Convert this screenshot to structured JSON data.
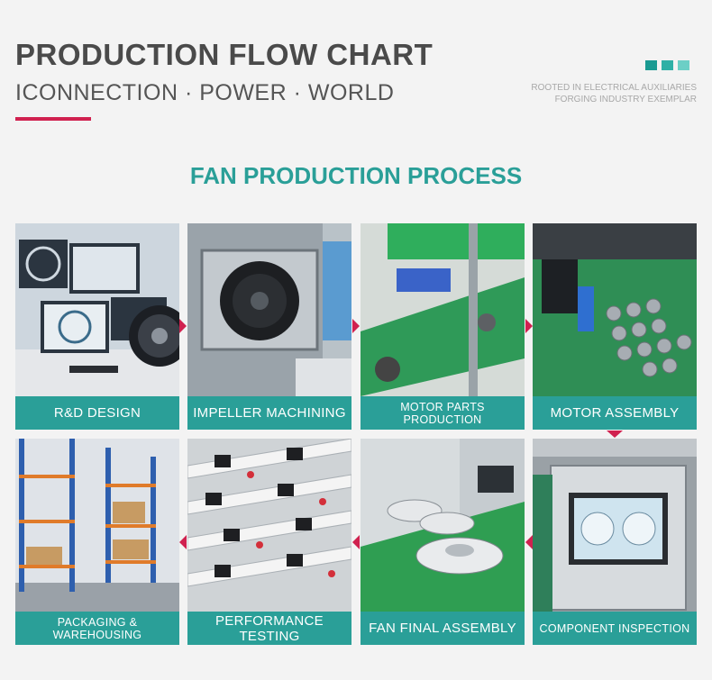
{
  "header": {
    "title": "PRODUCTION FLOW CHART",
    "subtitle": "ICONNECTION · POWER · WORLD",
    "slogan_line1": "ROOTED IN ELECTRICAL AUXILIARIES",
    "slogan_line2": "FORGING INDUSTRY EXEMPLAR"
  },
  "section": {
    "title": "FAN PRODUCTION PROCESS"
  },
  "steps": [
    {
      "label": "R&D DESIGN",
      "icon": "design-workstation-photo"
    },
    {
      "label": "IMPELLER MACHINING",
      "icon": "impeller-machining-photo"
    },
    {
      "label": "MOTOR PARTS PRODUCTION",
      "icon": "motor-parts-photo"
    },
    {
      "label": "MOTOR ASSEMBLY",
      "icon": "motor-assembly-photo"
    },
    {
      "label": "COMPONENT INSPECTION",
      "icon": "inspection-panel-photo"
    },
    {
      "label": "FAN FINAL ASSEMBLY",
      "icon": "fan-final-assembly-photo"
    },
    {
      "label": "PERFORMANCE TESTING",
      "icon": "performance-testing-photo"
    },
    {
      "label": "PACKAGING & WAREHOUSING",
      "icon": "warehouse-shelves-photo"
    }
  ],
  "colors": {
    "accent": "#2a9f98",
    "arrow": "#d0214f",
    "title": "#4a4a4a"
  }
}
